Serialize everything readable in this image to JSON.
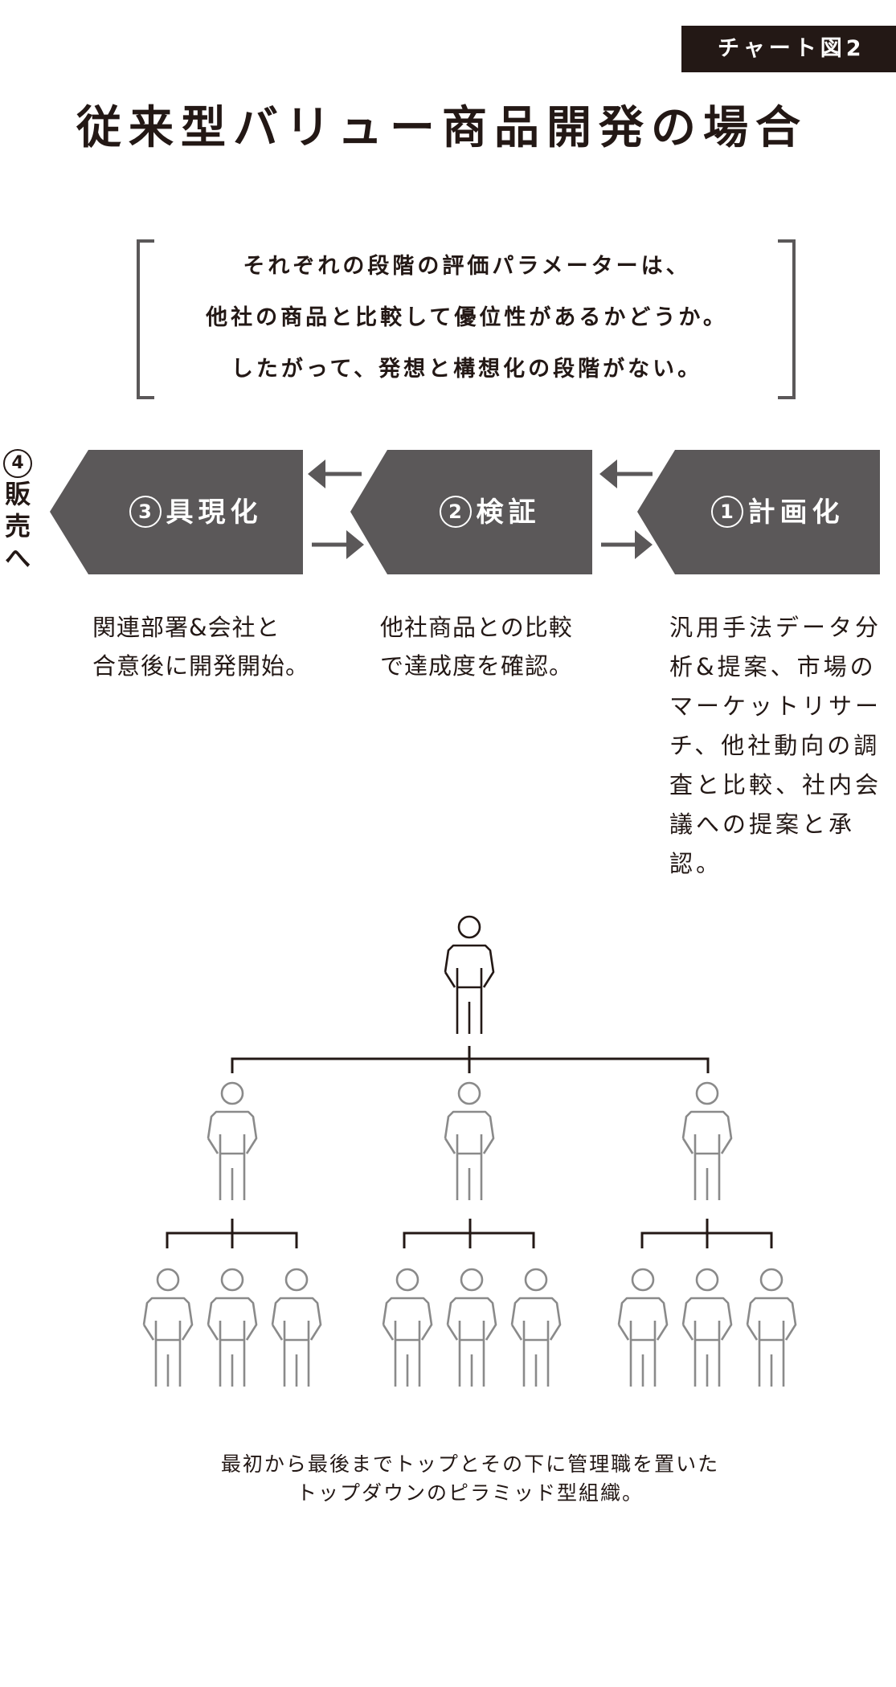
{
  "header": {
    "figure_label": "チャート図2",
    "title": "従来型バリュー商品開発の場合"
  },
  "note": {
    "lines": [
      "それぞれの段階の評価パラメーターは、",
      "他社の商品と比較して優位性があるかどうか。",
      "したがって、発想と構想化の段階がない。"
    ]
  },
  "flow": {
    "final_step": {
      "number": "4",
      "label": "販売へ"
    },
    "steps": [
      {
        "number": "3",
        "label": "具現化",
        "description": [
          "関連部署&会社と",
          "合意後に開発開始。"
        ]
      },
      {
        "number": "2",
        "label": "検証",
        "description": [
          "他社商品との比較",
          "で達成度を確認。"
        ]
      },
      {
        "number": "1",
        "label": "計画化",
        "description": [
          "汎用手法データ分析&提案、市場のマーケットリサーチ、他社動向の調査と比較、社内会議への提案と承認。"
        ]
      }
    ],
    "arrows": [
      "back-arrow",
      "forward-arrow"
    ]
  },
  "org_chart": {
    "levels": [
      1,
      3,
      9
    ],
    "caption": [
      "最初から最後までトップとその下に管理職を置いた",
      "トップダウンのピラミッド型組織。"
    ]
  },
  "colors": {
    "ink": "#231815",
    "chevron": "#5b5859",
    "staff": "#8a8a8a",
    "white": "#ffffff"
  }
}
